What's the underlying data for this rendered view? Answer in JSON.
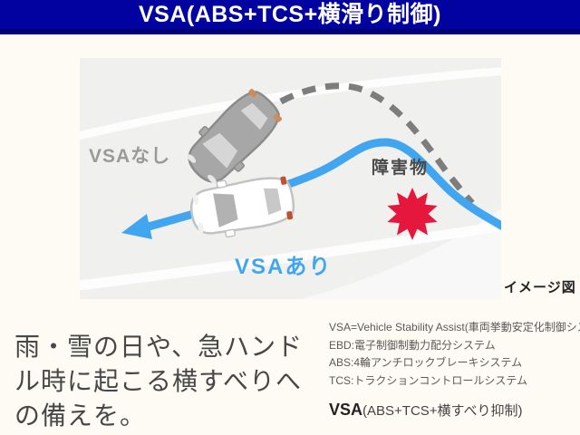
{
  "header": {
    "title": "VSA(ABS+TCS+横滑り制御)"
  },
  "diagram": {
    "label_no_vsa": "VSAなし",
    "label_obstacle": "障害物",
    "label_with_vsa": "VSAあり",
    "caption": "イメージ図",
    "colors": {
      "header_navy": "#0202a0",
      "stable_path_blue": "#41a6ef",
      "skid_path_gray": "#7d7d7d",
      "obstacle_red": "#e5173c",
      "background_gray": "#f0f0ef"
    }
  },
  "tagline": {
    "lines": [
      "雨・雪の日や、急ハンド",
      "ル時に起こる横すべりへ",
      "の備えを。"
    ]
  },
  "legend": {
    "items": [
      "VSA=Vehicle Stability Assist(車両挙動安定化制御システム)",
      "EBD:電子制御制動力配分システム",
      "ABS:4輪アンチロックブレーキシステム",
      "TCS:トラクションコントロールシステム"
    ],
    "vsa_title": "VSA",
    "vsa_suffix": "(ABS+TCS+横すべり抑制)"
  }
}
